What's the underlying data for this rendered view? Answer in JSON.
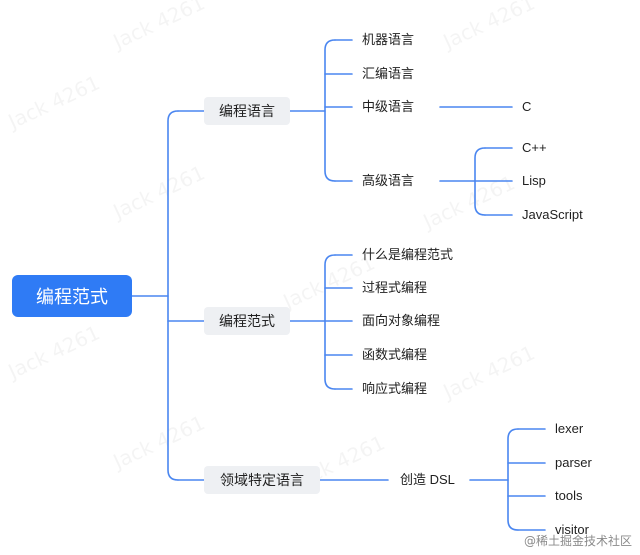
{
  "root": {
    "label": "编程范式"
  },
  "branches": [
    {
      "label": "编程语言"
    },
    {
      "label": "编程范式"
    },
    {
      "label": "领域特定语言"
    }
  ],
  "lang_children": [
    "机器语言",
    "汇编语言",
    "中级语言",
    "高级语言"
  ],
  "mid_lang_children": [
    "C"
  ],
  "high_lang_children": [
    "C++",
    "Lisp",
    "JavaScript"
  ],
  "paradigm_children": [
    "什么是编程范式",
    "过程式编程",
    "面向对象编程",
    "函数式编程",
    "响应式编程"
  ],
  "dsl_children": [
    "创造 DSL"
  ],
  "dsl_create_children": [
    "lexer",
    "parser",
    "tools",
    "visitor"
  ],
  "watermark": "Jack 4261",
  "footer": "@稀土掘金技术社区",
  "colors": {
    "root": "#2f7bf5",
    "connector": "#4a86f0",
    "branch_bg": "#eef0f3"
  }
}
